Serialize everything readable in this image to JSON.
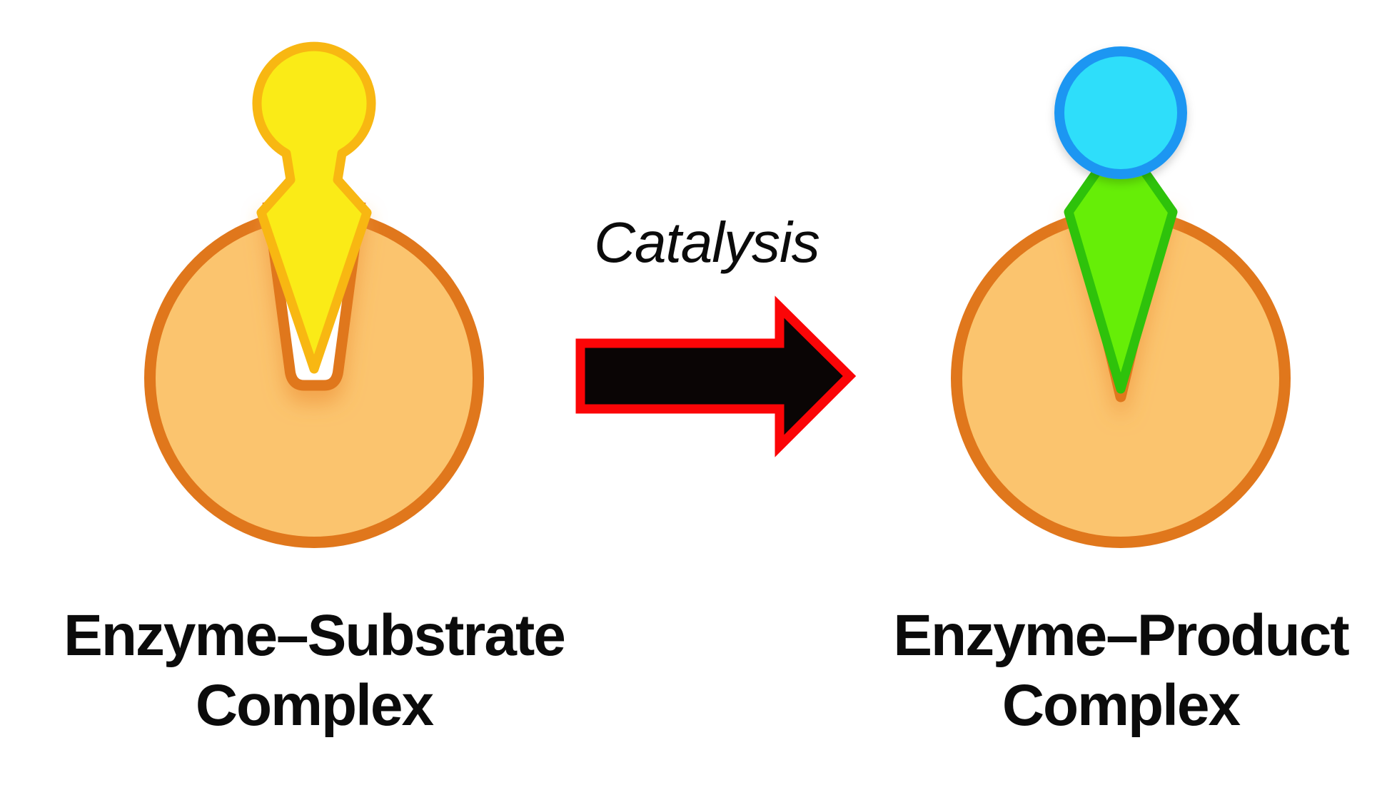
{
  "diagram": {
    "type": "enzyme-catalysis-step",
    "arrow_label": "Catalysis",
    "left_group": {
      "caption_line1": "Enzyme–Substrate",
      "caption_line2": "Complex"
    },
    "right_group": {
      "caption_line1": "Enzyme–Product",
      "caption_line2": "Complex"
    }
  },
  "colors": {
    "background": "#FFFFFF",
    "enzyme_fill": "#FBC46E",
    "enzyme_stroke": "#E0771C",
    "active_site_fill": "#FFFFFF",
    "notch_shadow": "#F09A40",
    "substrate_fill": "#FAEB17",
    "substrate_stroke": "#F8B712",
    "product_head_fill": "#2EDEFA",
    "product_head_stroke": "#1E96F2",
    "product_body_fill": "#66EE07",
    "product_body_stroke": "#2EC20B",
    "arrow_fill": "#0A0505",
    "arrow_outline": "#FB0507",
    "label_text": "#0B0B0B"
  }
}
